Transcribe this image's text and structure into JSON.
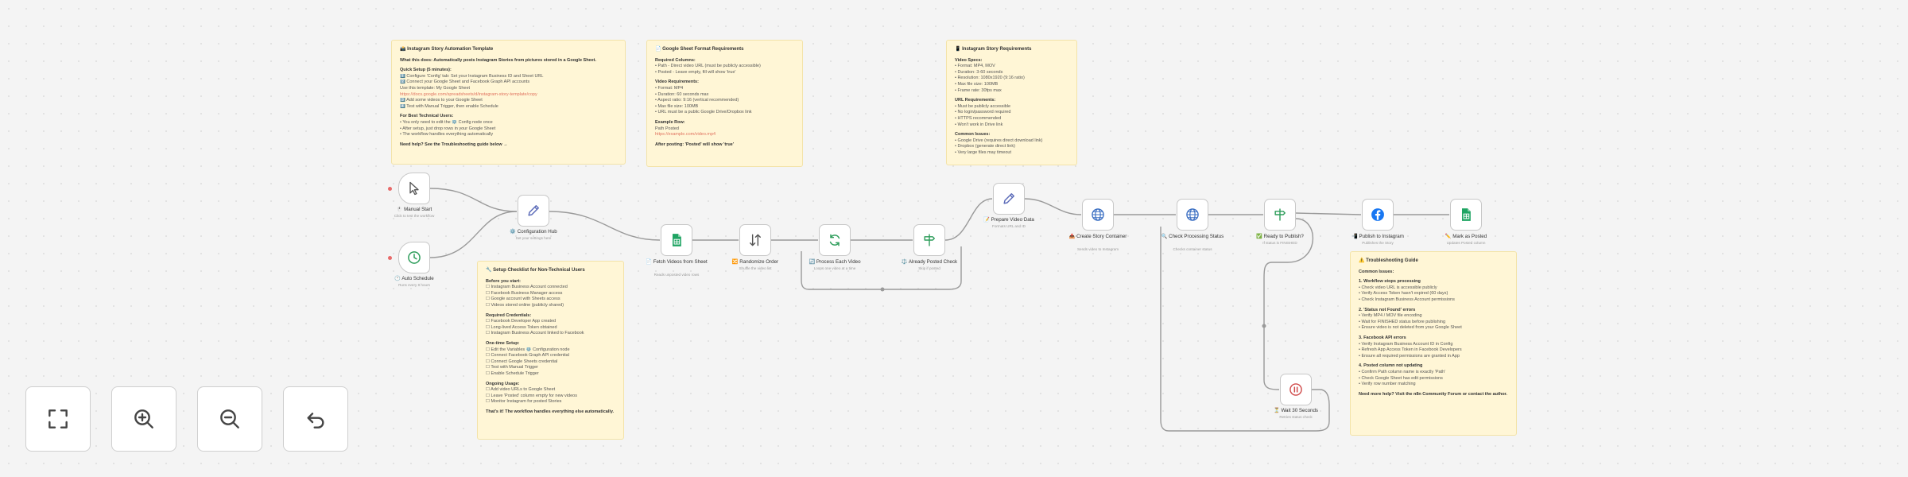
{
  "notes": {
    "automation": {
      "title": "📸 Instagram Story Automation Template",
      "lines": [
        {
          "t": "What this does: Automatically posts Instagram Stories from pictures stored in a Google Sheet.",
          "b": true
        },
        {
          "t": "Quick Setup (5 minutes):",
          "b": true
        },
        {
          "t": "1️⃣ Configure 'Config' tab: Set your Instagram Business ID and Sheet URL"
        },
        {
          "t": "2️⃣ Connect your Google Sheet and Facebook Graph API accounts"
        },
        {
          "t": "Use this template: My Google Sheet"
        },
        {
          "t": "https://docs.google.com/spreadsheets/d/instagram-story-template/copy",
          "l": true
        },
        {
          "t": "3️⃣ Add some videos to your Google Sheet"
        },
        {
          "t": "4️⃣ Test with Manual Trigger, then enable Schedule"
        },
        {
          "t": "For Best Technical Users:",
          "b": true
        },
        {
          "t": "• You only need to edit the ⚙️ Config node once"
        },
        {
          "t": "• After setup, just drop rows in your Google Sheet"
        },
        {
          "t": "• The workflow handles everything automatically"
        },
        {
          "t": "Need help? See the Troubleshooting guide below →",
          "b": true
        }
      ]
    },
    "sheet_format": {
      "title": "📄 Google Sheet Format Requirements",
      "lines": [
        {
          "t": "Required Columns:",
          "b": true
        },
        {
          "t": "• Path - Direct video URL (must be publicly accessible)"
        },
        {
          "t": "• Posted - Leave empty, fill will show 'true'"
        },
        {
          "t": "Video Requirements:",
          "b": true
        },
        {
          "t": "• Format: MP4"
        },
        {
          "t": "• Duration: 60 seconds max"
        },
        {
          "t": "• Aspect ratio: 9:16 (vertical recommended)"
        },
        {
          "t": "• Max file size: 100MB"
        },
        {
          "t": "• URL must be a public Google Drive/Dropbox link"
        },
        {
          "t": "Example Row:",
          "b": true
        },
        {
          "t": "                   Path                                   Posted"
        },
        {
          "t": "https://example.com/video.mp4",
          "l": true
        },
        {
          "t": "After posting: 'Posted' will show 'true'",
          "b": true
        }
      ]
    },
    "story_req": {
      "title": "📱 Instagram Story Requirements",
      "lines": [
        {
          "t": "Video Specs:",
          "b": true
        },
        {
          "t": "• Format: MP4, MOV"
        },
        {
          "t": "• Duration: 3-60 seconds"
        },
        {
          "t": "• Resolution: 1080x1920 (9:16 ratio)"
        },
        {
          "t": "• Max file size: 100MB"
        },
        {
          "t": "• Frame rate: 30fps max"
        },
        {
          "t": "URL Requirements:",
          "b": true
        },
        {
          "t": "• Must be publicly accessible"
        },
        {
          "t": "• No login/password required"
        },
        {
          "t": "• HTTPS recommended"
        },
        {
          "t": "• Won't work in Drive link"
        },
        {
          "t": "Common Issues:",
          "b": true
        },
        {
          "t": "• Google Drive (requires direct download link)"
        },
        {
          "t": "• Dropbox (generate direct link)"
        },
        {
          "t": "• Very large files may timeout"
        }
      ]
    },
    "setup_guide": {
      "title": "🔧 Setup Checklist for Non-Technical Users",
      "lines": [
        {
          "t": "Before you start:",
          "b": true
        },
        {
          "t": "☐ Instagram Business Account connected"
        },
        {
          "t": "☐ Facebook Business Manager access"
        },
        {
          "t": "☐ Google account with Sheets access"
        },
        {
          "t": "☐ Videos stored online (publicly shared)"
        },
        {
          "t": "Required Credentials:",
          "b": true
        },
        {
          "t": "☐ Facebook Developer App created"
        },
        {
          "t": "☐ Long-lived Access Token obtained"
        },
        {
          "t": "☐ Instagram Business Account linked to Facebook"
        },
        {
          "t": "One-time Setup:",
          "b": true
        },
        {
          "t": "☐ Edit the Variables ⚙️ Configuration node"
        },
        {
          "t": "☐ Connect Facebook Graph API credential"
        },
        {
          "t": "☐ Connect Google Sheets credential"
        },
        {
          "t": "☐ Test with Manual Trigger"
        },
        {
          "t": "☐ Enable Schedule Trigger"
        },
        {
          "t": "Ongoing Usage:",
          "b": true
        },
        {
          "t": "☐ Add video URLs to Google Sheet"
        },
        {
          "t": "☐ Leave 'Posted' column empty for new videos"
        },
        {
          "t": "☐ Monitor Instagram for posted Stories"
        },
        {
          "t": "That's it! The workflow handles everything else automatically.",
          "b": true
        }
      ]
    },
    "troubleshoot": {
      "title": "⚠️ Troubleshooting Guide",
      "lines": [
        {
          "t": "Common Issues:",
          "b": true
        },
        {
          "t": "1. Workflow stops processing",
          "b": true
        },
        {
          "t": "• Check video URL is accessible publicly"
        },
        {
          "t": "• Verify Access Token hasn't expired (60 days)"
        },
        {
          "t": "• Check Instagram Business Account permissions"
        },
        {
          "t": "2. 'Status not Found' errors",
          "b": true
        },
        {
          "t": "• Verify MP4 / MOV file encoding"
        },
        {
          "t": "• Wait for FINISHED status before publishing"
        },
        {
          "t": "• Ensure video is not deleted from your Google Sheet"
        },
        {
          "t": "3. Facebook API errors",
          "b": true
        },
        {
          "t": "• Verify Instagram Business Account ID in Config"
        },
        {
          "t": "• Refresh App Access Token in Facebook Developers"
        },
        {
          "t": "• Ensure all required permissions are granted in App"
        },
        {
          "t": "4. Posted column not updating",
          "b": true
        },
        {
          "t": "• Confirm Path column name is exactly 'Path'"
        },
        {
          "t": "• Check Google Sheet has edit permissions"
        },
        {
          "t": "• Verify row number matching"
        },
        {
          "t": "Need more help? Visit the n8n Community Forum or contact the author.",
          "b": true
        }
      ]
    }
  },
  "nodes": {
    "manual_start": {
      "label": "🖱️ Manual Start",
      "sub": "Click to test the workflow"
    },
    "auto_schedule": {
      "label": "🕐 Auto Schedule",
      "sub": "Runs every 8 hours"
    },
    "config": {
      "label": "⚙️ Configuration Hub",
      "sub": "Set your settings here"
    },
    "fetch_sheet": {
      "label": "📄 Fetch Videos from Sheet",
      "sub": "Reads unposted video rows"
    },
    "randomize": {
      "label": "🔀 Randomize Order",
      "sub": "Shuffle the video list"
    },
    "process_each": {
      "label": "🔄 Process Each Video",
      "sub": "Loops one video at a time"
    },
    "already_posted": {
      "label": "⚖️ Already Posted Check",
      "sub": "Skip if posted"
    },
    "prepare_data": {
      "label": "📝 Prepare Video Data",
      "sub": "Formats URL and ID"
    },
    "create_container": {
      "label": "📤 Create Story Container",
      "sub": "Sends video to Instagram"
    },
    "check_status": {
      "label": "🔍 Check Processing Status",
      "sub": "Checks container status"
    },
    "ready_publish": {
      "label": "✅ Ready to Publish?",
      "sub": "If status is FINISHED"
    },
    "publish_ig": {
      "label": "📲 Publish to Instagram",
      "sub": "Publishes the Story"
    },
    "mark_posted": {
      "label": "✏️ Mark as Posted",
      "sub": "Updates Posted column"
    },
    "wait": {
      "label": "⏳ Wait 30 Seconds",
      "sub": "Retries status check"
    }
  },
  "controls": {
    "fit": "fit-view",
    "zoom_in": "zoom-in",
    "zoom_out": "zoom-out",
    "reset": "undo"
  },
  "colors": {
    "sticky_bg": "#fff6d6",
    "sheets_green": "#1fa463",
    "facebook_blue": "#1877f2",
    "ig_gradient": "#c13584",
    "http_blue": "#3a6ec2",
    "if_green": "#2e9d5b",
    "wait_red": "#d04a4a",
    "trigger_red": "#e86a6a"
  }
}
